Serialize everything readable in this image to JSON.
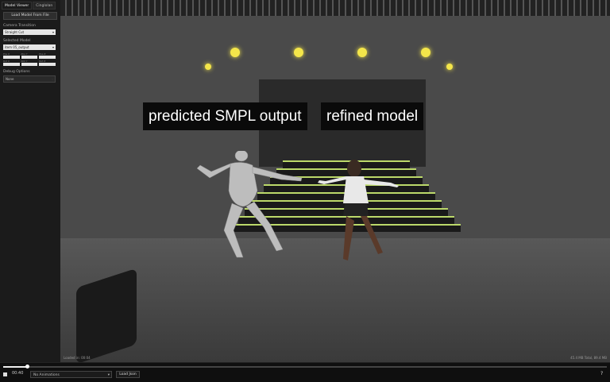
{
  "sidebar": {
    "tabs": [
      {
        "label": "Model Viewer"
      },
      {
        "label": "Cinglolan"
      }
    ],
    "load_model_label": "Load Model From File",
    "camera_transition_label": "Camera Transition",
    "camera_transition_value": "Straight Cut",
    "selected_model_label": "Selected Model",
    "selected_model_value": "item 05_output",
    "mini_fields": [
      {
        "label": "Pos X"
      },
      {
        "label": "Pos Y"
      },
      {
        "label": "Pos Z"
      },
      {
        "label": "Rot X"
      },
      {
        "label": "Rot Y"
      },
      {
        "label": "Rot Z"
      }
    ],
    "debug_options_label": "Debug Options",
    "debug_options_value": "None"
  },
  "viewport": {
    "caption_left": "predicted SMPL output",
    "caption_right": "refined model",
    "status_left": "Loaded in: 00:04",
    "status_right": "45.4 MB Total, 89.4 MB"
  },
  "player": {
    "progress": 0.04,
    "time": "00:40",
    "animations_value": "No Animations",
    "load_json_label": "Load Json",
    "help_label": "?"
  },
  "colors": {
    "stair_light": "#bcd96a",
    "spotlight": "#f4e64a",
    "caption_bg": "#0a0a0a"
  }
}
